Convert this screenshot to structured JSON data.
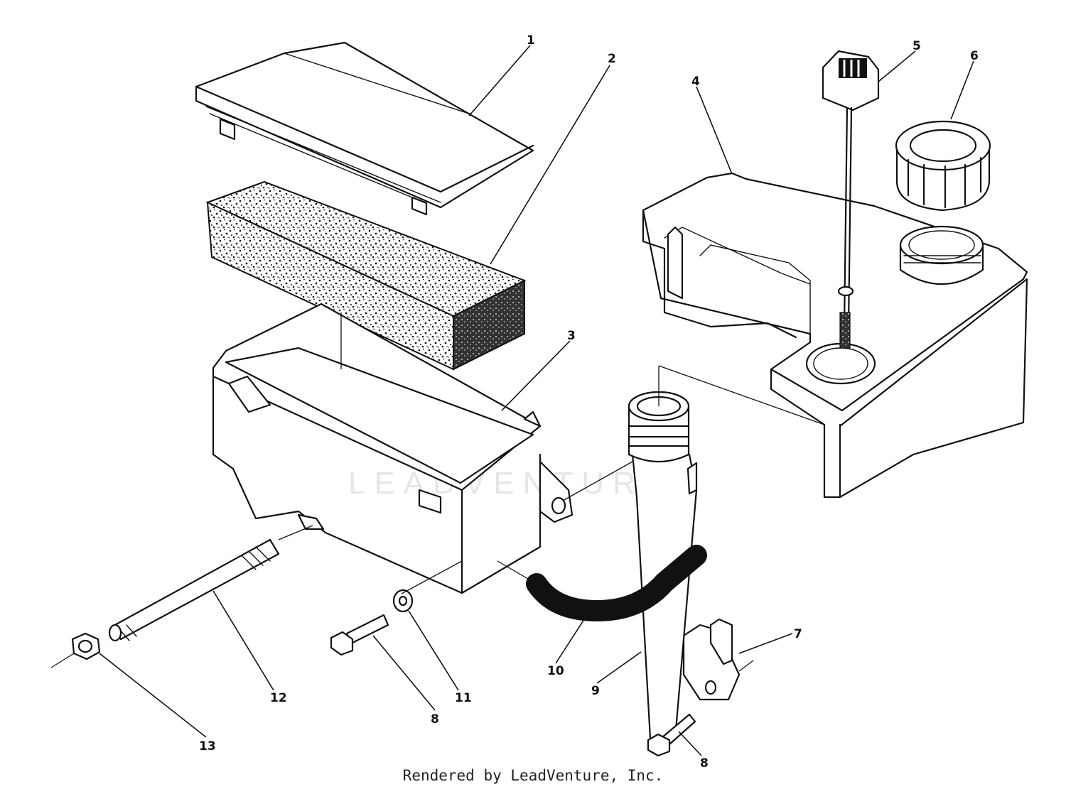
{
  "diagram": {
    "callouts": [
      "1",
      "2",
      "3",
      "4",
      "5",
      "6",
      "7",
      "8",
      "9",
      "10",
      "11",
      "12",
      "13",
      "8"
    ],
    "watermark": "LEADVENTURE",
    "footer": "Rendered by LeadVenture, Inc."
  }
}
